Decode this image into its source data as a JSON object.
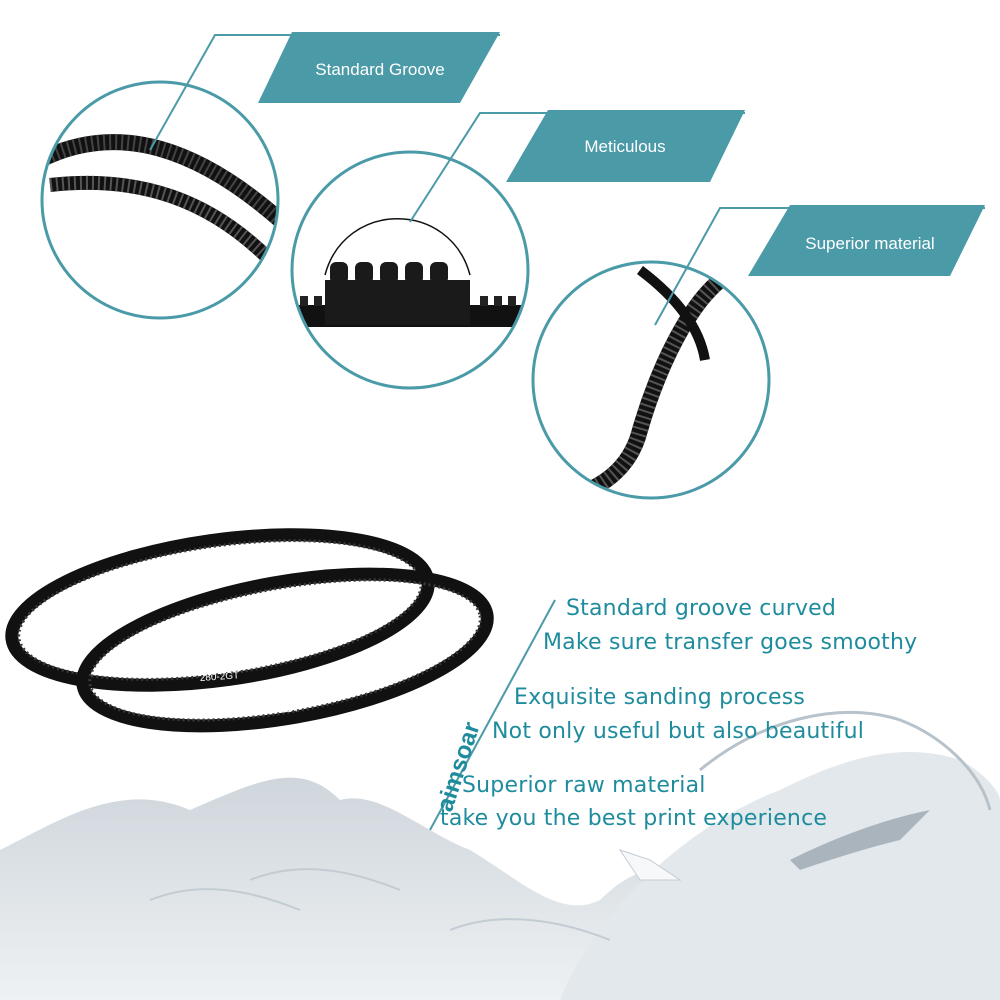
{
  "tags": [
    "Standard Groove",
    "Meticulous",
    "Superior material"
  ],
  "belt_labels": [
    "280-2GT",
    "280-2GT",
    "280-2GT",
    "280-2GT"
  ],
  "brand": "aimsoar",
  "features": [
    "Standard groove curved",
    "Make sure transfer goes smoothy",
    "Exquisite sanding process",
    "Not only useful but also beautiful",
    "Superior raw material",
    "take you the best print experience"
  ],
  "colors": {
    "accent": "#4a9aa7",
    "text": "#1f8c9e",
    "belt": "#111111"
  }
}
